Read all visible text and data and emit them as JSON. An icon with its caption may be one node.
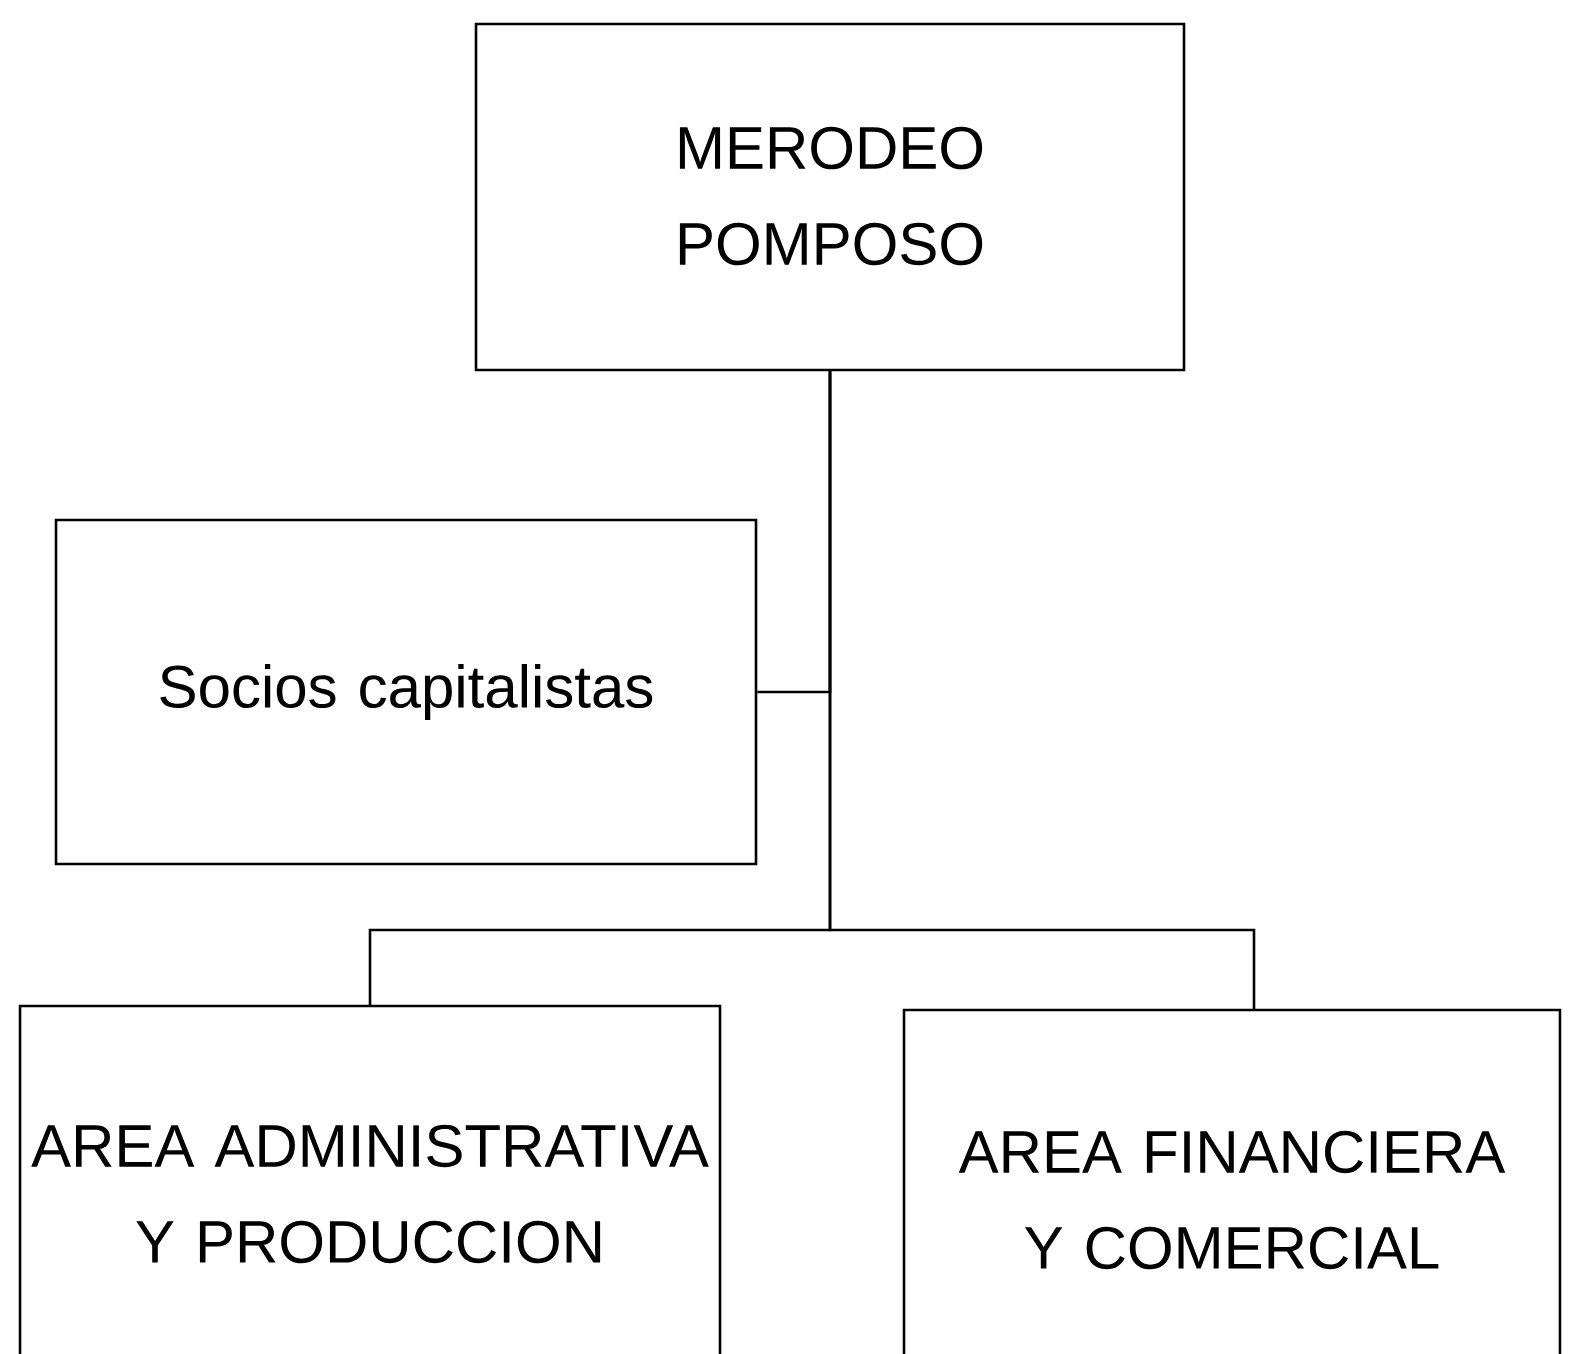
{
  "diagram": {
    "nodes": [
      {
        "text": [
          "MERODEO POMPOSO"
        ]
      },
      {
        "text": [
          "Socios capitalistas"
        ]
      },
      {
        "text": [
          "AREA ADMINISTRATIVA Y PRODUCCION"
        ]
      },
      {
        "text": [
          "AREA FINANCIERA Y COMERCIAL"
        ]
      }
    ],
    "edges": [
      {
        "from": 0,
        "to": 1,
        "arrow": "none"
      },
      {
        "from": 0,
        "to": 2,
        "arrow": "none"
      },
      {
        "from": 0,
        "to": 3,
        "arrow": "none"
      }
    ]
  }
}
